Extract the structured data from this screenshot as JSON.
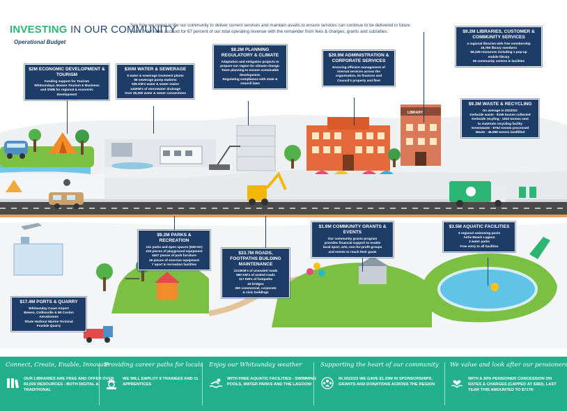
{
  "header": {
    "title_part1": "INVESTING",
    "title_part2": " IN OUR COMMUNITY",
    "subtitle": "Operational Budget",
    "intro": "See how we invest in the our community to deliver current services and maintain assets to ensure services can continue to be delivered in future years. Your rates account for 67 percent of our total operating revenue with the remainder from fees & charges, grants and subsidies."
  },
  "boxes": {
    "economic": {
      "amount": "$2M",
      "title": "ECONOMIC DEVELOPMENT & TOURISM",
      "lines": [
        "Funding support for Tourism",
        "Whitsundays, Bowen Tourism & Business",
        "and GWB for regional & economic",
        "development"
      ]
    },
    "water": {
      "amount": "$30M",
      "title": "WATER & SEWERAGE",
      "lines": [
        "5 water & sewerage treatment plants",
        "86 sewerage pump stations",
        "535 KM's water & sewer mains",
        "144KM's of stormwater drainage",
        "Over 25,000 water & sewer connections"
      ]
    },
    "planning": {
      "amount": "$8.2M",
      "title": "PLANNING REGULATORY & CLIMATE",
      "lines": [
        "Adaptation and mitigation projects to",
        "prepare our region for climate change.",
        "Town planning to ensure sustainable",
        "development.",
        "Regulating compliance with state &",
        "council laws"
      ]
    },
    "admin": {
      "amount": "$29.9M",
      "title": "ADMINISTRATION & CORPORATE SERVICES",
      "lines": [
        "Ensuring efficient management of",
        "internal services across the",
        "organisation, its finances and",
        "Council's property and fleet"
      ]
    },
    "libraries": {
      "amount": "$9.2M",
      "title": "LIBRARIES, CUSTOMER & COMMUNITY SERVICES",
      "lines": [
        "4 regional libraries with free membership",
        "19,790 library members",
        "66,339 resources including 1 pop-up",
        "mobile library",
        "55 community centres & facilities"
      ]
    },
    "waste": {
      "amount": "$9.3M",
      "title": "WASTE & RECYCLING",
      "lines": [
        "On average in 2022/23:",
        "Kerbside waste - 9156 tonnes collected",
        "Kerbside recyling - 1910 tonnes sent",
        "to materials recycling facility",
        "Greenwaste - 6752 tonnes processed",
        "Waste - 46,998 tonnes landfilled"
      ]
    },
    "parks": {
      "amount": "$9.2M",
      "title": "PARKS & RECREATION",
      "lines": [
        "121 parks and open spaces (638 HA)",
        "234 pieces of playground equipment",
        "4407 pieces of park furniture",
        "26 pieces of exercise equipment",
        "7 sport & recreation facilities"
      ]
    },
    "roads": {
      "amount": "$33.7M",
      "title": "ROADS, FOOTPATHS BUILDING MAINTENANCE",
      "lines": [
        "1210KM's of unsealed roads",
        "580 KM's of sealed roads",
        "117 KM's of footpaths",
        "43 bridges",
        "392 commercial, corporate",
        "& civic buildings"
      ]
    },
    "grants": {
      "amount": "$1.9M",
      "title": "COMMUNITY GRANTS & EVENTS",
      "lines": [
        "Our community grants program",
        "provides financial support to enable",
        "local sport, arts, non-for-profit groups",
        "and events to reach their goals"
      ]
    },
    "aquatic": {
      "amount": "$3.5M",
      "title": "AQUATIC FACILITIES",
      "lines": [
        "3 regional swimming pools",
        "Airlie Beach Lagoon",
        "3 water parks",
        "Free entry to all facilities"
      ]
    },
    "ports": {
      "amount": "$17.4M",
      "title": "PORTS & QUARRY",
      "lines": [
        "Whitsunday Coast Airport",
        "Bowen, Collinsville & Mt Coolon",
        "Aerodromes",
        "Shute Harbour Marine Terminal",
        "Foxdale Quarry"
      ]
    }
  },
  "scene": {
    "library_sign": "LIBRARY"
  },
  "footer": [
    {
      "heading": "Connect, Create, Enable, Innovate",
      "text": "OUR LIBRARIES ARE FREE AND OFFER OVER 60,000 RESOURCES - BOTH DIGITAL & TRADITIONAL",
      "icon": "library-icon"
    },
    {
      "heading": "Providing career paths for locals",
      "text": "WE WILL EMPLOY 8 TRAINEES AND 11 APPRENTICES",
      "icon": "worker-icon"
    },
    {
      "heading": "Enjoy our Whitsunday weather",
      "text": "WITH FREE AQUATIC FACILITIES - SWIMMING POOLS, WATER PARKS AND THE LAGOON!",
      "icon": "swimmer-icon"
    },
    {
      "heading": "Supporting the heart of our community",
      "text": "IN 2022/23 WE GAVE $1.33M IN SPONSORSHIPS, GRANTS AND DONATIONS ACROSS THE REGION",
      "icon": "community-icon"
    },
    {
      "heading": "We value and look after our pensioners",
      "text": "WITH A 30% PENSIONER CONCESSION ON RATES & CHARGES (CAPPED AT $360). LAST YEAR THIS AMOUNTED TO $717K",
      "icon": "care-icon"
    }
  ],
  "colors": {
    "navy": "#1d3c67",
    "green": "#2bb673",
    "footer_teal": "#22b08c",
    "road": "#4a4a4a"
  }
}
